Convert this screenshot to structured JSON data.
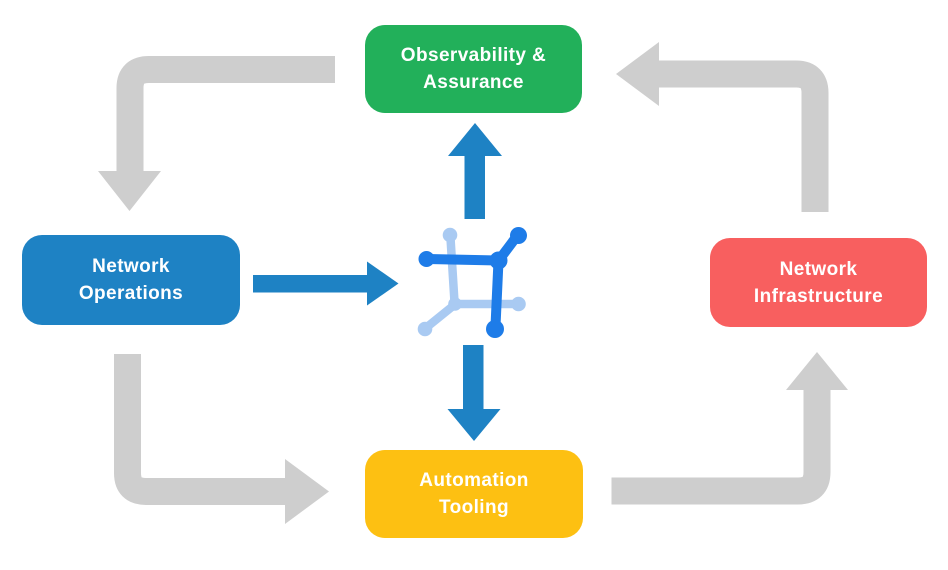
{
  "colors": {
    "background": "#FFFFFF",
    "box_green": "#22B05A",
    "box_blue": "#1E82C4",
    "box_red": "#F85F5F",
    "box_yellow": "#FDC012",
    "arrow_gray": "#CECECE",
    "arrow_blue": "#1E82C4",
    "icon_dark_blue": "#1E7CE8",
    "icon_light_blue": "#A9CAF2",
    "text": "#FFFFFF"
  },
  "nodes": {
    "top": {
      "line1": "Observability &",
      "line2": "Assurance"
    },
    "left": {
      "line1": "Network",
      "line2": "Operations"
    },
    "right": {
      "line1": "Network",
      "line2": "Infrastructure"
    },
    "bottom": {
      "line1": "Automation",
      "line2": "Tooling"
    }
  },
  "center_icon": "network-hub-icon",
  "flow": {
    "gray_cycle": [
      {
        "from": "Observability & Assurance",
        "to": "Network Operations"
      },
      {
        "from": "Network Operations",
        "to": "Automation Tooling"
      },
      {
        "from": "Automation Tooling",
        "to": "Network Infrastructure"
      },
      {
        "from": "Network Infrastructure",
        "to": "Observability & Assurance"
      }
    ],
    "blue_arrows": [
      {
        "from": "Network Operations",
        "to": "network-hub-icon"
      },
      {
        "from": "network-hub-icon",
        "to": "Observability & Assurance"
      },
      {
        "from": "network-hub-icon",
        "to": "Automation Tooling"
      }
    ]
  }
}
